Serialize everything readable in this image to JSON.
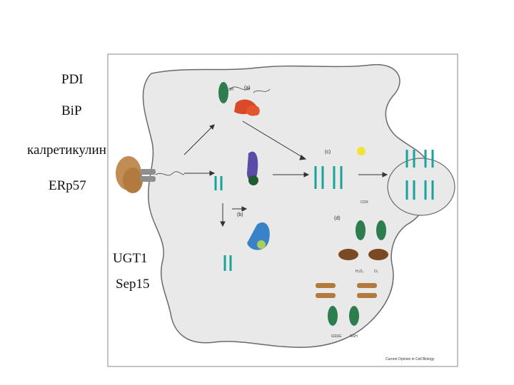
{
  "slide_labels": {
    "pdi": "PDI",
    "bip": "BiP",
    "calreticulin": "калретикулин",
    "erp57": "ERp57",
    "ugt1": "UGT1",
    "sep15": "Sep15"
  },
  "figure": {
    "panel_a": "(a)",
    "panel_b": "(b)",
    "panel_c": "(c)",
    "panel_d": "(d)",
    "credit": "Current Opinion in Cell Biology",
    "sh": "SH",
    "cox": "COX",
    "o2": "O₂",
    "h2o2": "H₂O₂",
    "gsh": "GSH",
    "gssg": "GSSG",
    "accent_colors": {
      "green": "#2e7d4e",
      "red": "#d84a2a",
      "purple": "#5b4aa8",
      "teal": "#1aa39a",
      "blue": "#3a82c8",
      "brown": "#7a4a24",
      "tan": "#c28d55",
      "yellow": "#f3e23a"
    }
  }
}
